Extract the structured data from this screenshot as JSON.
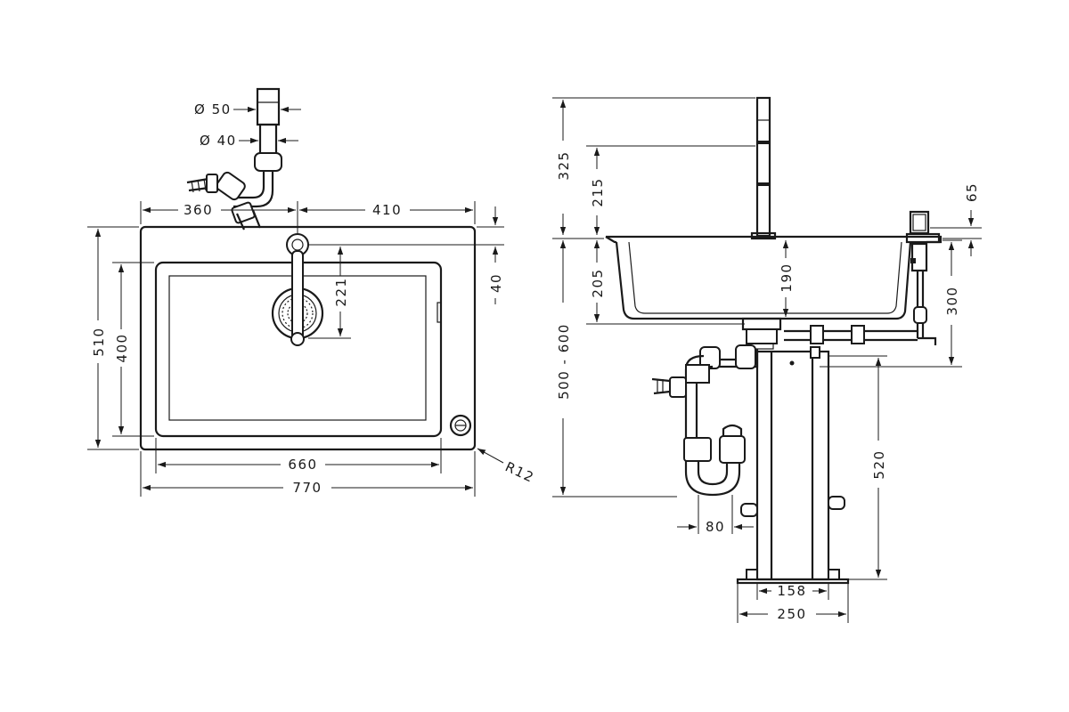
{
  "dimensions": {
    "top_view": {
      "outlet_diameter_50": "Ø 50",
      "outlet_diameter_40": "Ø 40",
      "width_left_360": "360",
      "width_right_410": "410",
      "overall_depth_510": "510",
      "bowl_depth_400": "400",
      "tap_offset_40": "40",
      "tap_to_drain_221": "221",
      "bowl_width_660": "660",
      "overall_width_770": "770",
      "corner_radius_r12": "R12"
    },
    "side_view": {
      "tap_height_325": "325",
      "spout_height_215": "215",
      "pop_up_65": "65",
      "bowl_height_205": "205",
      "bowl_inner_190": "190",
      "bracket_300": "300",
      "counter_height_500_600": "500 - 600",
      "cabinet_520": "520",
      "trap_offset_80": "80",
      "cabinet_inner_158": "158",
      "cabinet_outer_250": "250"
    }
  }
}
